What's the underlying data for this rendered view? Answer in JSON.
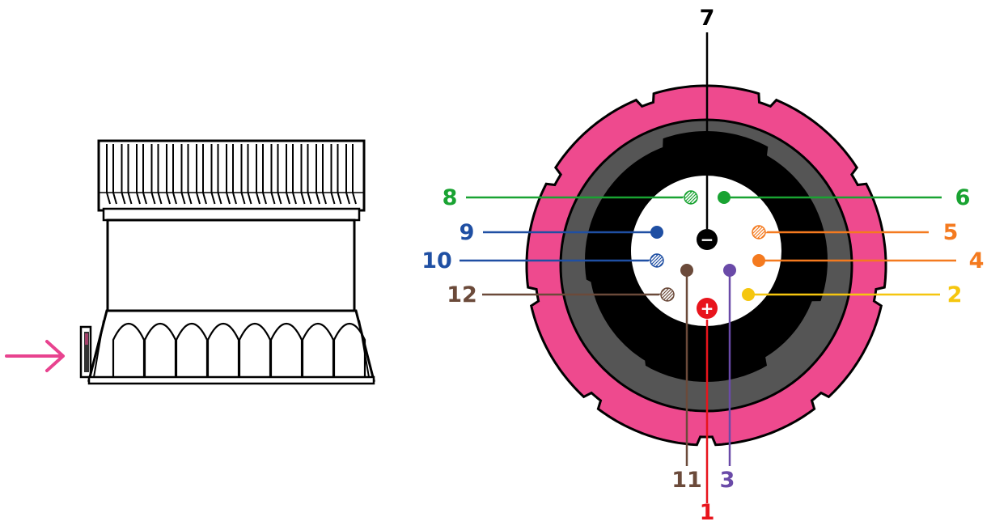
{
  "diagram": {
    "side_view": {
      "arrow_color": "#e8438f"
    },
    "colors": {
      "housing": "#ee4a8e",
      "gasket": "#555555",
      "insert": "#000000",
      "face": "#ffffff"
    },
    "pins": [
      {
        "number": "1",
        "color": "#e8141c",
        "symbol": "+",
        "style": "power"
      },
      {
        "number": "2",
        "color": "#f5c60f",
        "style": "solid"
      },
      {
        "number": "3",
        "color": "#6a4aa8",
        "style": "solid"
      },
      {
        "number": "4",
        "color": "#f47a1f",
        "style": "solid"
      },
      {
        "number": "5",
        "color": "#f47a1f",
        "style": "striped"
      },
      {
        "number": "6",
        "color": "#19a332",
        "style": "solid"
      },
      {
        "number": "7",
        "color": "#000000",
        "symbol": "−",
        "style": "power"
      },
      {
        "number": "8",
        "color": "#19a332",
        "style": "striped"
      },
      {
        "number": "9",
        "color": "#1f4fa3",
        "style": "solid"
      },
      {
        "number": "10",
        "color": "#1f4fa3",
        "style": "striped"
      },
      {
        "number": "11",
        "color": "#6b4a3a",
        "style": "solid"
      },
      {
        "number": "12",
        "color": "#6b4a3a",
        "style": "striped"
      }
    ]
  }
}
